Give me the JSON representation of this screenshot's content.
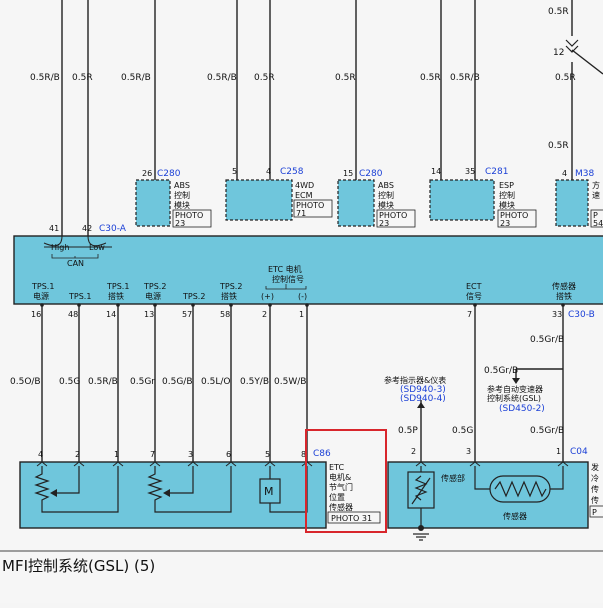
{
  "colors": {
    "module_fill": "#6fc6dc",
    "wire": "#222222",
    "blue_text": "#1a3fd6",
    "highlight": "#d8262c"
  },
  "footer": {
    "title": "MFI控制系统(GSL) (5)"
  },
  "top": {
    "wire_labels": [
      "0.5R/B",
      "0.5R",
      "0.5R/B",
      "0.5R/B",
      "0.5R",
      "0.5R",
      "0.5R",
      "0.5R/B",
      "0.5R",
      "0.5R"
    ],
    "right_top_label": "0.5R",
    "right_pin": "12"
  },
  "connectors": {
    "c280a": {
      "code": "C280",
      "pin_left": "26",
      "name_lines": [
        "ABS",
        "控制",
        "模块"
      ],
      "photo": [
        "PHOTO",
        "23"
      ]
    },
    "c258": {
      "code": "C258",
      "pin_left": "5",
      "pin_right": "4",
      "name_lines": [
        "4WD",
        "ECM"
      ],
      "photo": [
        "PHOTO",
        "71"
      ]
    },
    "c280b": {
      "code": "C280",
      "pin_left": "15",
      "name_lines": [
        "ABS",
        "控制",
        "模块"
      ],
      "photo": [
        "PHOTO",
        "23"
      ]
    },
    "c281": {
      "code": "C281",
      "pin_left": "14",
      "pin_right": "35",
      "name_lines": [
        "ESP",
        "控制",
        "模块"
      ],
      "photo": [
        "PHOTO",
        "23"
      ]
    },
    "m38": {
      "code": "M38",
      "pin_left": "4",
      "name_lines": [
        "方",
        "速"
      ],
      "photo": [
        "P",
        "54"
      ]
    }
  },
  "ecm": {
    "top_connector": "C30-A",
    "top_pins": [
      "41",
      "42"
    ],
    "can": {
      "high": "High",
      "low": "Low",
      "label": "CAN"
    },
    "signals": [
      [
        "TPS.1",
        "电源"
      ],
      [
        "TPS.1"
      ],
      [
        "TPS.1",
        "搭铁"
      ],
      [
        "TPS.2",
        "电源"
      ],
      [
        "TPS.2"
      ],
      [
        "TPS.2",
        "搭铁"
      ]
    ],
    "etc_signal": [
      "ETC 电机",
      "控制信号"
    ],
    "etc_plus": "(+)",
    "etc_minus": "(-)",
    "ect_signal": [
      "ECT",
      "信号"
    ],
    "sensor_ground": [
      "传感器",
      "搭铁"
    ],
    "bottom_pins": [
      "16",
      "48",
      "14",
      "13",
      "57",
      "58",
      "2",
      "1",
      "7",
      "33"
    ],
    "bottom_connector": "C30-B"
  },
  "lower_wires": [
    "0.5O/B",
    "0.5G",
    "0.5R/B",
    "0.5Gr",
    "0.5G/B",
    "0.5L/O",
    "0.5Y/B",
    "0.5W/B"
  ],
  "right_wires": {
    "gr_b_top": "0.5Gr/B",
    "gr_b_mid": "0.5Gr/B",
    "p": "0.5P",
    "g": "0.5G",
    "gr_b_low": "0.5Gr/B"
  },
  "refs": {
    "instrument": {
      "label": "参考指示器&仪表",
      "codes": [
        "(SD940-3)",
        "(SD940-4)"
      ]
    },
    "transmission": {
      "label_lines": [
        "参考自动变速器",
        "控制系统(GSL)"
      ],
      "code": "(SD450-2)"
    }
  },
  "etc_module": {
    "code": "C86",
    "pins": [
      "4",
      "2",
      "1",
      "7",
      "3",
      "6",
      "5",
      "8"
    ],
    "motor": "M",
    "name_lines": [
      "ETC",
      "电机&",
      "节气门",
      "位置",
      "传感器"
    ],
    "photo": "PHOTO 31"
  },
  "c04": {
    "code": "C04",
    "pins": [
      "2",
      "3",
      "1"
    ],
    "sensor_part": "传感部",
    "sensor": "传感器",
    "right_lines": [
      "发",
      "冷",
      "传",
      "传"
    ],
    "photo": "P"
  }
}
